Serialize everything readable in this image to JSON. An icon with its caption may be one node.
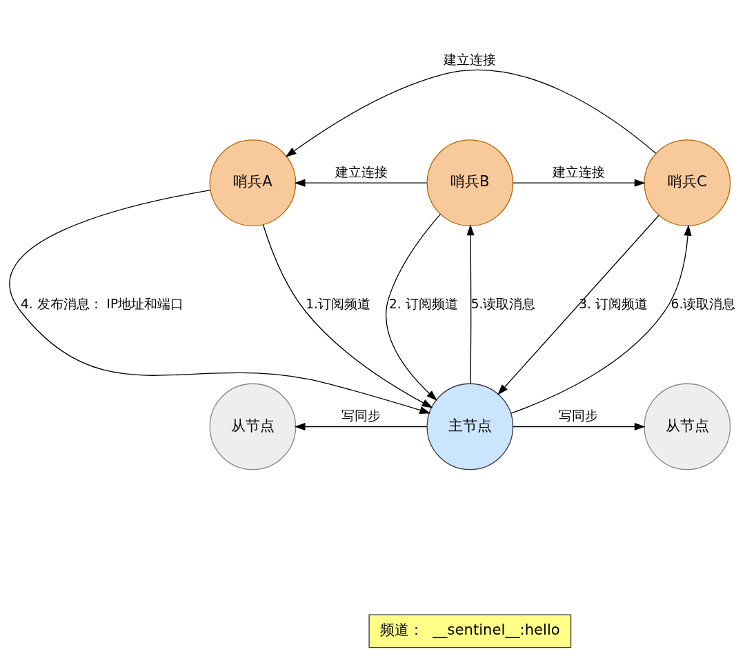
{
  "diagram": {
    "nodes": [
      {
        "text": [
          "哨兵A"
        ]
      },
      {
        "text": [
          "哨兵B"
        ]
      },
      {
        "text": [
          "哨兵C"
        ]
      },
      {
        "text": [
          "从节点"
        ]
      },
      {
        "text": [
          "主节点"
        ]
      },
      {
        "text": [
          "从节点"
        ]
      },
      {
        "text": [
          "频道：  __sentinel__:hello"
        ]
      }
    ],
    "edges": [
      {
        "from": 2,
        "to": 0,
        "arrow": "to",
        "label": "建立连接"
      },
      {
        "from": 1,
        "to": 0,
        "arrow": "to",
        "label": "建立连接"
      },
      {
        "from": 1,
        "to": 2,
        "arrow": "to",
        "label": "建立连接"
      },
      {
        "from": 0,
        "to": 4,
        "arrow": "to",
        "label": "4. 发布消息： IP地址和端口"
      },
      {
        "from": 0,
        "to": 4,
        "arrow": "to",
        "label": "1.订阅频道"
      },
      {
        "from": 1,
        "to": 4,
        "arrow": "to",
        "label": "2. 订阅频道"
      },
      {
        "from": 4,
        "to": 1,
        "arrow": "to",
        "label": "5.读取消息"
      },
      {
        "from": 2,
        "to": 4,
        "arrow": "to",
        "label": "3. 订阅频道"
      },
      {
        "from": 4,
        "to": 2,
        "arrow": "to",
        "label": "6.读取消息"
      },
      {
        "from": 4,
        "to": 3,
        "arrow": "to",
        "label": "写同步"
      },
      {
        "from": 4,
        "to": 5,
        "arrow": "to",
        "label": "写同步"
      }
    ]
  }
}
